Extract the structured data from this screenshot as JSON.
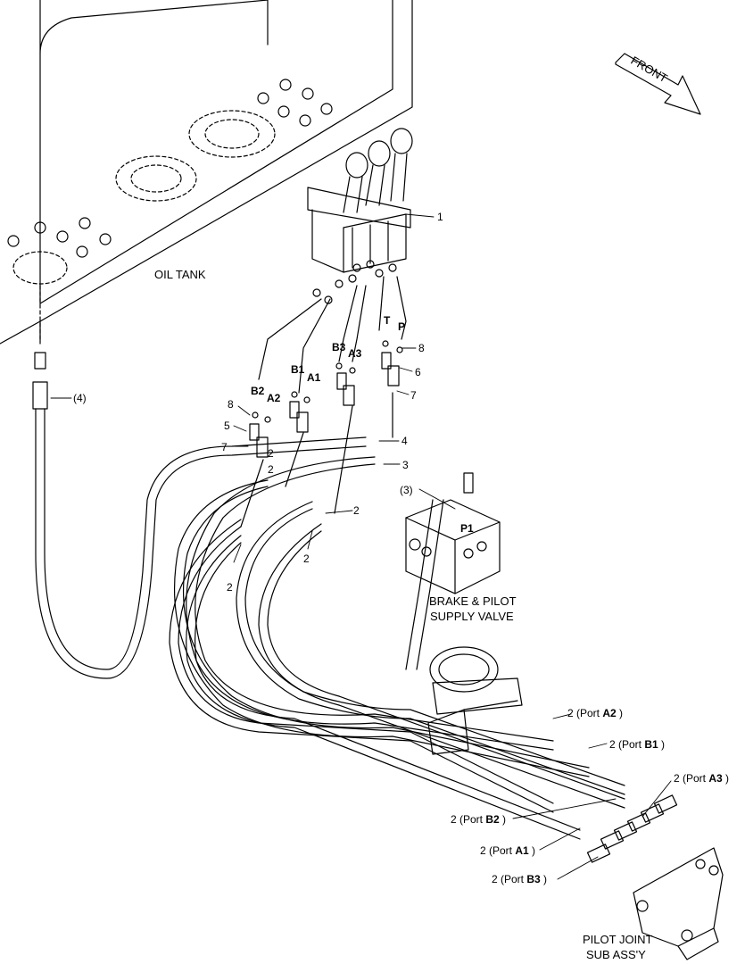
{
  "front_arrow": {
    "label": "FRONT"
  },
  "labels": {
    "oil_tank": "OIL TANK",
    "callout_1": "1",
    "callout_4_paren": "(4)",
    "callout_3_paren": "(3)",
    "brake_valve_line1": "BRAKE & PILOT",
    "brake_valve_line2": "SUPPLY VALVE",
    "pilot_joint_line1": "PILOT JOINT",
    "pilot_joint_line2": "SUB ASS'Y",
    "port_T": "T",
    "port_P": "P",
    "port_B3": "B3",
    "port_A3": "A3",
    "port_B1": "B1",
    "port_A1": "A1",
    "port_B2": "B2",
    "port_A2": "A2",
    "port_P1": "P1",
    "num_8": "8",
    "num_6": "6",
    "num_7": "7",
    "num_5": "5",
    "num_4": "4",
    "num_3": "3",
    "num_2": "2"
  },
  "port_callouts": [
    {
      "prefix": "2 (Port ",
      "port": "A2",
      "suffix": " )"
    },
    {
      "prefix": "2 (Port ",
      "port": "B1",
      "suffix": " )"
    },
    {
      "prefix": "2 (Port ",
      "port": "A3",
      "suffix": " )"
    },
    {
      "prefix": "2 (Port ",
      "port": "B2",
      "suffix": " )"
    },
    {
      "prefix": "2 (Port ",
      "port": "A1",
      "suffix": " )"
    },
    {
      "prefix": "2 (Port ",
      "port": "B3",
      "suffix": " )"
    }
  ]
}
